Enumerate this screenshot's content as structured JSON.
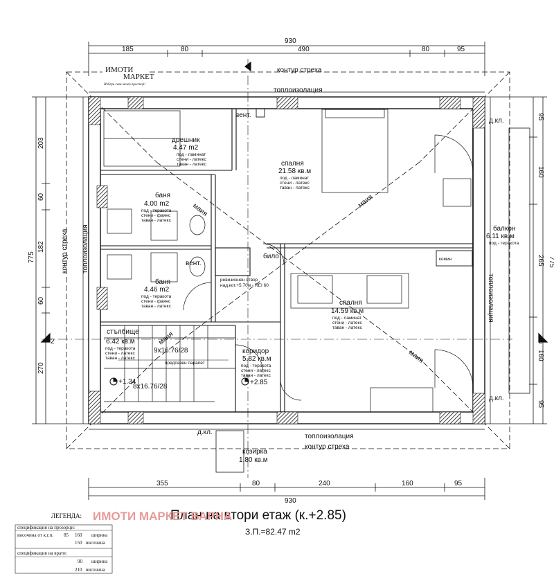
{
  "logo": {
    "line1": "ИМОТИ",
    "line2": "МАРКЕТ",
    "tagline": "Избери своя личен простор!"
  },
  "dimensions": {
    "top_total": "930",
    "top_segments": [
      "185",
      "80",
      "490",
      "80",
      "95"
    ],
    "bottom_total": "930",
    "bottom_segments": [
      "355",
      "80",
      "240",
      "160",
      "95"
    ],
    "left_total": "775",
    "right_total": "775",
    "left_segments": [
      "203",
      "60",
      "182",
      "60",
      "270"
    ],
    "right_segments": [
      "95",
      "160",
      "265",
      "160",
      "95"
    ]
  },
  "annotations": {
    "roof_contour": "контур стреха",
    "insulation": "топлоизолация",
    "vent": "вент.",
    "chimney": "комин",
    "boiler": "било",
    "may": "маия",
    "parapet": "предпазен парапет",
    "revision": "ревизионен отвор",
    "revision2": "над.кот.+5.70м - REI 60",
    "dk": "д.кл.",
    "section_mark": "2"
  },
  "rooms": [
    {
      "name": "дрешник",
      "area": "4.47 m2",
      "finish": [
        "под - ламинат",
        "стени - латекс",
        "таван - латекс"
      ]
    },
    {
      "name": "спалня",
      "area": "21.58 кв.м",
      "finish": [
        "под - ламинат",
        "стени - латекс",
        "таван - латекс"
      ]
    },
    {
      "name": "баня",
      "area": "4.00 m2",
      "finish": [
        "под - теракота",
        "стени - фаянс",
        "таван - латекс"
      ]
    },
    {
      "name": "баня",
      "area": "4.46 m2",
      "finish": [
        "под - теракота",
        "стени - фаянс",
        "таван - латекс"
      ]
    },
    {
      "name": "балкон",
      "area": "6.11 кв.м",
      "finish": [
        "под - теракота"
      ]
    },
    {
      "name": "спалня",
      "area": "14.59 кв.м",
      "finish": [
        "под - ламинат",
        "стени - латекс",
        "таван - латекс"
      ]
    },
    {
      "name": "стълбище",
      "area": "6.42 кв.м",
      "finish": [
        "под - теракота",
        "стени - латекс",
        "таван - латекс"
      ]
    },
    {
      "name": "коридор",
      "area": "5.82 кв.м",
      "finish": [
        "под - теракота",
        "стени - латекс",
        "таван - латекс"
      ]
    },
    {
      "name": "козирка",
      "area": "1.80 кв.м",
      "finish": []
    }
  ],
  "levels": {
    "stair_top": "9x16.76/28",
    "stair_bottom": "8x16.76/28",
    "mark1": "+1.34",
    "mark2": "+2.85"
  },
  "title": "План на втори етаж (к.+2.85)",
  "subtitle": "З.П.=82.47 m2",
  "watermark": "ИМОТИ МАРКЕТ ВАРНА",
  "legend": {
    "heading": "ЛЕГЕНДА:",
    "windows_title": "спецификация на прозорци:",
    "windows_row": "височина от к.г.п.",
    "windows_vals": [
      "85",
      "160",
      "150"
    ],
    "width_word": "ширина",
    "height_word": "височина",
    "doors_title": "спецификация на врати:",
    "doors_vals": [
      "90",
      "210"
    ]
  },
  "colors": {
    "line": "#111111",
    "watermark": "#e89a9a"
  }
}
